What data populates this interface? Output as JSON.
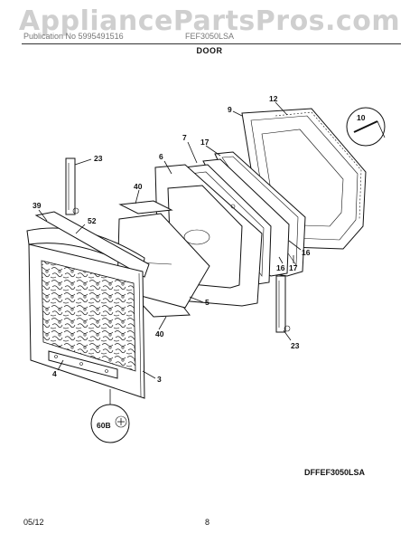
{
  "watermark": "AppliancePartsPros.com",
  "header": {
    "left_text": "Publication No 5995491516",
    "right_text": "FEF3050LSA",
    "section_title": "DOOR"
  },
  "model_code": "DFFEF3050LSA",
  "footer": {
    "date": "05/12",
    "page": "8"
  },
  "callouts": [
    "12",
    "9",
    "10",
    "7",
    "17",
    "6",
    "23",
    "40",
    "39",
    "52",
    "16",
    "16",
    "17",
    "5",
    "40",
    "23",
    "4",
    "3",
    "60B"
  ]
}
